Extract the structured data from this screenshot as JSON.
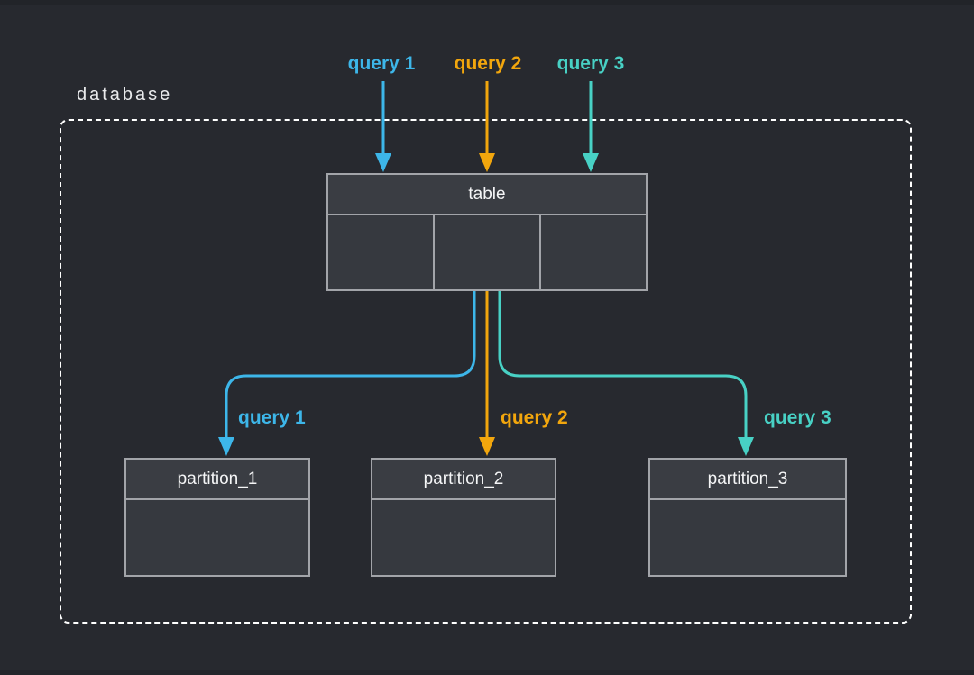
{
  "colors": {
    "background": "#27292f",
    "edge_strip": "#222429",
    "frame_dash": "#ffffff",
    "frame_text": "#e9eaec",
    "box_border": "#a2a4a9",
    "box_header_fill": "#3a3d43",
    "box_cell_fill": "#36393f",
    "box_text": "#f5f6f7",
    "query1": "#3db6e9",
    "query2": "#f2a60d",
    "query3": "#48d1c5"
  },
  "database_frame": {
    "label": "database"
  },
  "table_box": {
    "title": "table",
    "cell_count": 3
  },
  "partitions": [
    {
      "title": "partition_1"
    },
    {
      "title": "partition_2"
    },
    {
      "title": "partition_3"
    }
  ],
  "top_queries": [
    {
      "label": "query 1"
    },
    {
      "label": "query 2"
    },
    {
      "label": "query 3"
    }
  ],
  "bottom_queries": [
    {
      "label": "query 1"
    },
    {
      "label": "query 2"
    },
    {
      "label": "query 3"
    }
  ],
  "edges": [
    {
      "query": "query 1",
      "from": "query 1",
      "to": "table"
    },
    {
      "query": "query 2",
      "from": "query 2",
      "to": "table"
    },
    {
      "query": "query 3",
      "from": "query 3",
      "to": "table"
    },
    {
      "query": "query 1",
      "from": "table",
      "to": "partition_1"
    },
    {
      "query": "query 2",
      "from": "table",
      "to": "partition_2"
    },
    {
      "query": "query 3",
      "from": "table",
      "to": "partition_3"
    }
  ]
}
